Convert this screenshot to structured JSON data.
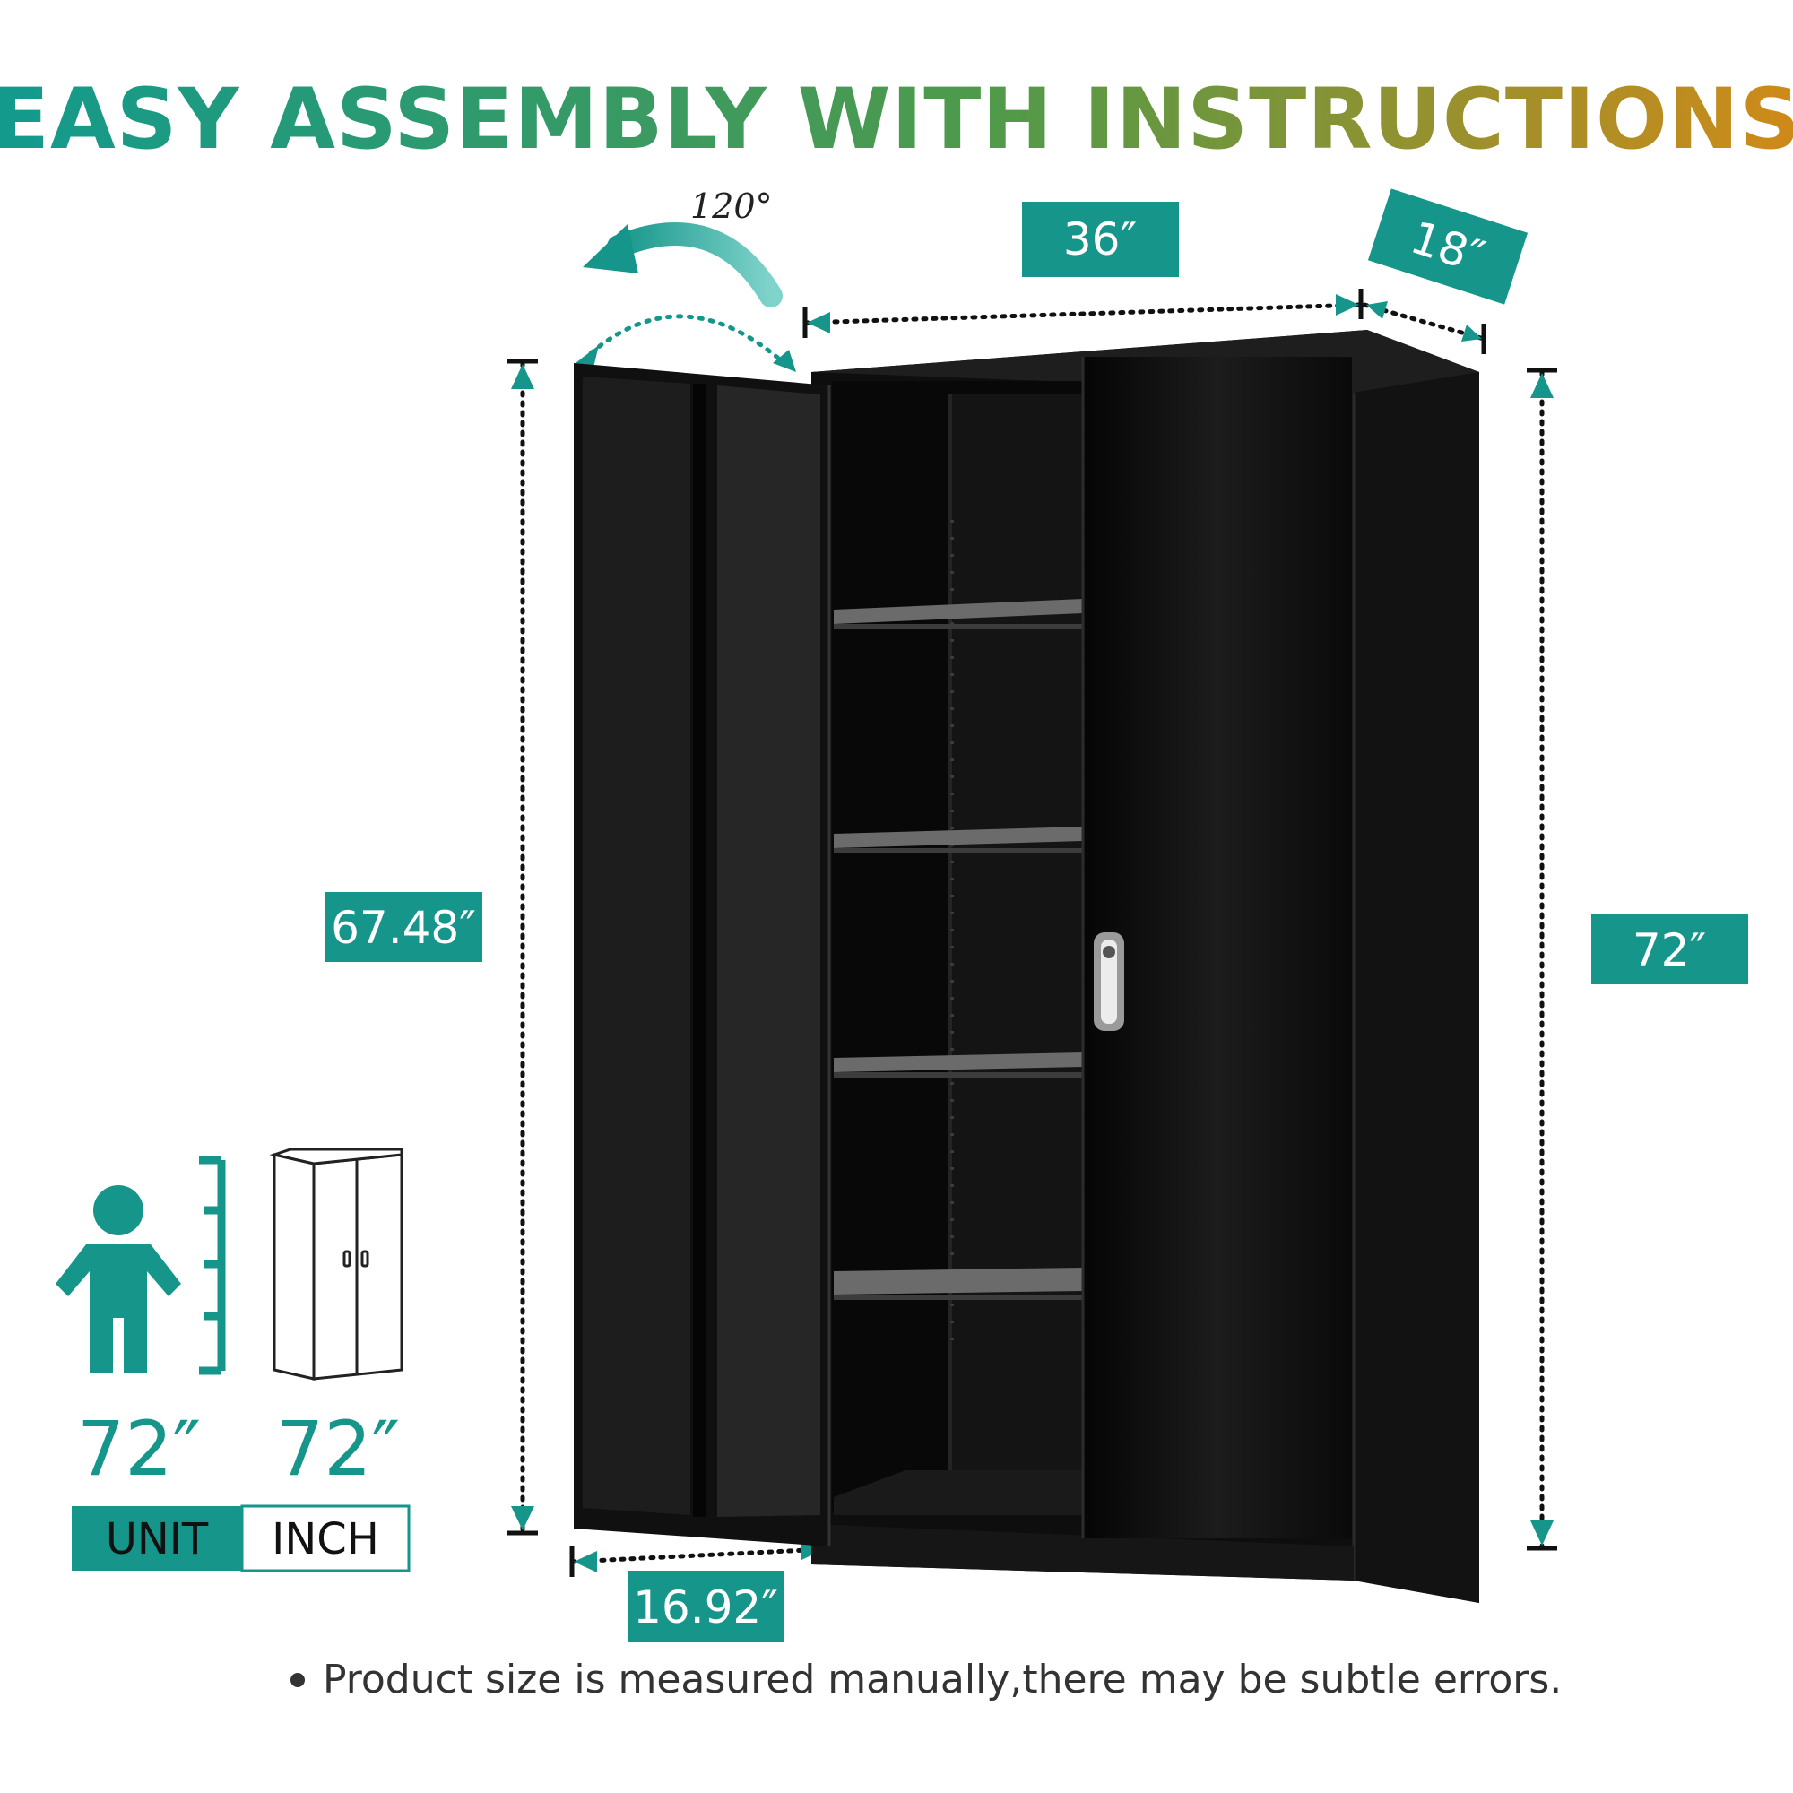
{
  "title": "EASY ASSEMBLY WITH INSTRUCTIONS",
  "colors": {
    "teal": "#16968a",
    "title_gradient_start": "#129a8e",
    "title_gradient_mid": "#4f9a4a",
    "title_gradient_end": "#d08a18",
    "cabinet": "#0e0e0e",
    "shelf": "#6b6b6b"
  },
  "door_angle": "120°",
  "dimensions": {
    "width": "36″",
    "depth": "18″",
    "total_height": "72″",
    "door_height": "67.48″",
    "door_width": "16.92″"
  },
  "comparison": {
    "person_height": "72″",
    "cabinet_height": "72″",
    "icons": [
      "person-icon",
      "cabinet-outline-icon",
      "ruler-icon"
    ]
  },
  "unit_box": {
    "label": "UNIT",
    "value": "INCH"
  },
  "note": "Product size is measured manually,there may be subtle errors."
}
